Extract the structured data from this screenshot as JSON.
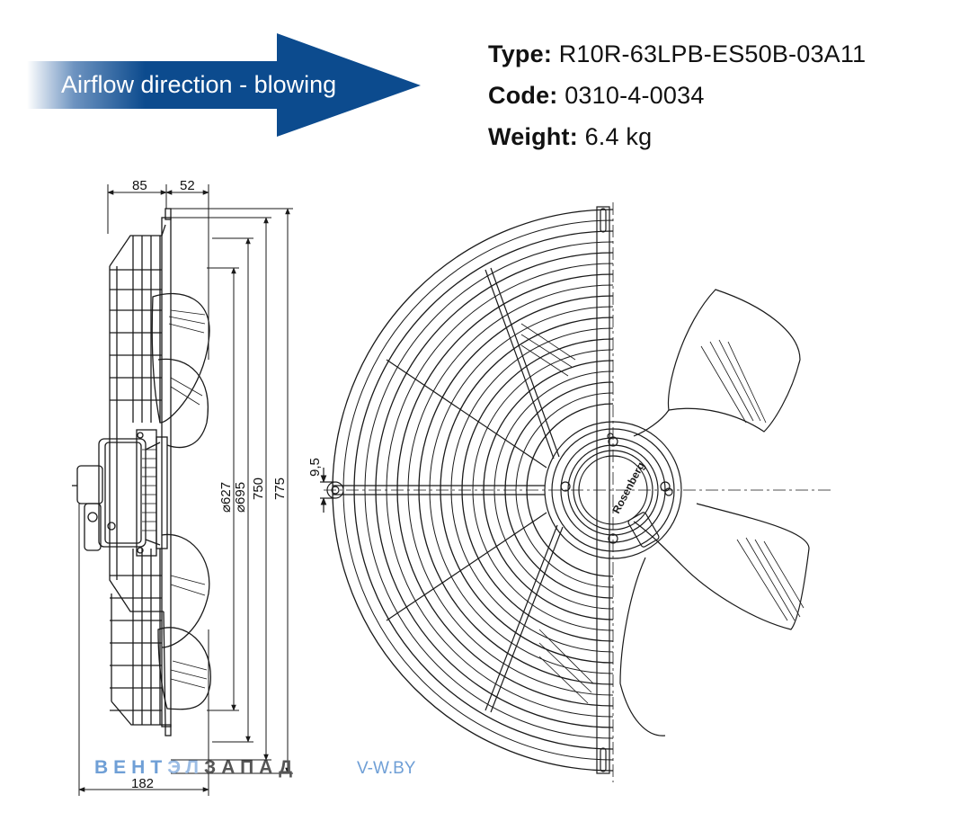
{
  "airflow_label": "Airflow direction - blowing",
  "specs": [
    {
      "key": "Type:",
      "value": "R10R-63LPB-ES50B-03A11"
    },
    {
      "key": "Code:",
      "value": "0310-4-0034"
    },
    {
      "key": "Weight:",
      "value": "6.4 kg"
    }
  ],
  "dimensions": {
    "d85": "85",
    "d52": "52",
    "d182": "182",
    "d95": "9,5",
    "dia627": "⌀627",
    "dia695": "⌀695",
    "d750": "750",
    "d775": "775"
  },
  "watermark": {
    "part1": "ВЕНТ",
    "part2": "ЭЛ",
    "part3": "ЗАПАД",
    "site": "V-W.BY"
  },
  "hub_logo": "Rosenberg",
  "colors": {
    "arrow": "#0c4b8e",
    "arrow_fade": "#ffffff",
    "watermark_blue": "#6f9fd6",
    "watermark_grey": "#555555",
    "line": "#1a1a1a"
  }
}
